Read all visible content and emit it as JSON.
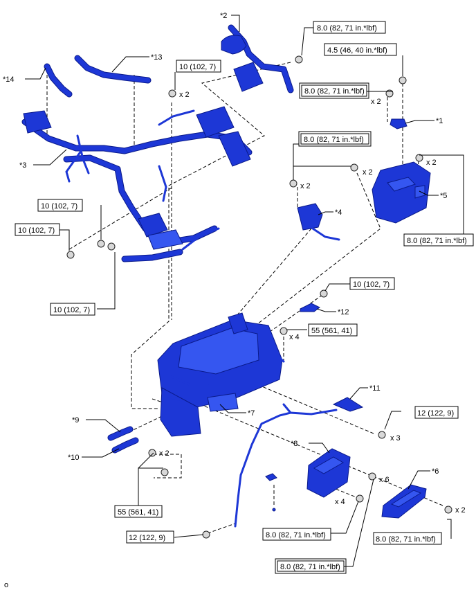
{
  "callouts": {
    "c1": "*1",
    "c2": "*2",
    "c3": "*3",
    "c4": "*4",
    "c5": "*5",
    "c6": "*6",
    "c7": "*7",
    "c8": "*8",
    "c9": "*9",
    "c10": "*10",
    "c11": "*11",
    "c12": "*12",
    "c13": "*13",
    "c14": "*14"
  },
  "torques": {
    "t_top": "8.0 (82, 71 in.*lbf)",
    "t_45": "4.5 (46, 40 in.*lbf)",
    "t_80_dbl_top": "8.0 (82, 71 in.*lbf)",
    "t_10_left": "10 (102, 7)",
    "t_80_center": "8.0 (82, 71 in.*lbf)",
    "t_10_a": "10 (102, 7)",
    "t_10_b": "10 (102, 7)",
    "t_80_right": "8.0 (82, 71 in.*lbf)",
    "t_10_bottom": "10 (102, 7)",
    "t_10_mid": "10 (102, 7)",
    "t_55_top": "55 (561, 41)",
    "t_12_right": "12 (122, 9)",
    "t_55_bottom": "55 (561, 41)",
    "t_12_bottom": "12 (122, 9)",
    "t_80_b1": "8.0 (82, 71 in.*lbf)",
    "t_80_b2": "8.0 (82, 71 in.*lbf)",
    "t_80_dbl_bottom": "8.0 (82, 71 in.*lbf)"
  },
  "quantities": {
    "q1": "x 2",
    "q2": "x 2",
    "q3": "x 2",
    "q4": "x 2",
    "q5": "x 2",
    "q6": "x 4",
    "q7": "x 3",
    "q8": "x 2",
    "q9": "x 6",
    "q10": "x 4",
    "q11": "x 2"
  },
  "footer": {
    "code": "o"
  },
  "colors": {
    "part": "#1d37d6",
    "part_dark": "#0a1a8a",
    "bolt": "#d8d8d8"
  }
}
